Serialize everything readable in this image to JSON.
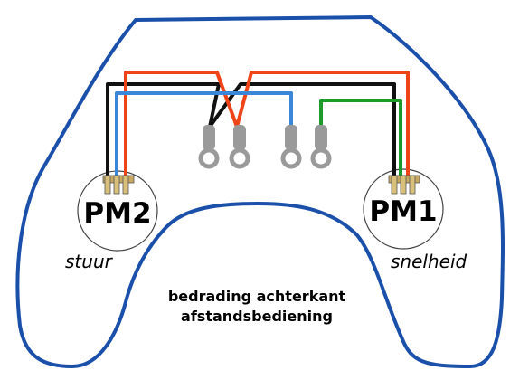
{
  "colors": {
    "outline": "#1a4faa",
    "wire_black": "#111111",
    "wire_red": "#ee4418",
    "wire_blue": "#3a86d8",
    "wire_green": "#1e9a2a",
    "terminal": "#9a9a9a",
    "pin": "#c8a860"
  },
  "potentiometers": {
    "left": {
      "label": "PM2",
      "role": "stuur"
    },
    "right": {
      "label": "PM1",
      "role": "snelheid"
    }
  },
  "caption": {
    "line1": "bedrading achterkant",
    "line2": "afstandsbediening"
  },
  "terminals": [
    {
      "name": "terminal-1-icon"
    },
    {
      "name": "terminal-2-icon"
    },
    {
      "name": "terminal-3-icon"
    },
    {
      "name": "terminal-4-icon"
    }
  ],
  "wires": [
    "black",
    "red",
    "blue",
    "green"
  ]
}
